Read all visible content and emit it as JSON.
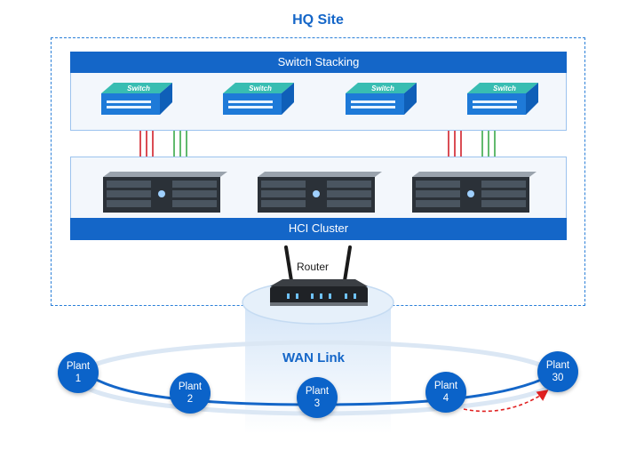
{
  "hq_site": {
    "title": "HQ Site"
  },
  "switch_stacking": {
    "label": "Switch Stacking",
    "switch_count": 4,
    "switch_text": "Switch"
  },
  "hci_cluster": {
    "label": "HCI Cluster",
    "server_count": 3
  },
  "router": {
    "label": "Router"
  },
  "wan": {
    "label": "WAN Link"
  },
  "plants": [
    {
      "label": "Plant",
      "number": "1"
    },
    {
      "label": "Plant",
      "number": "2"
    },
    {
      "label": "Plant",
      "number": "3"
    },
    {
      "label": "Plant",
      "number": "4"
    },
    {
      "label": "Plant",
      "number": "30"
    }
  ],
  "colors": {
    "primary": "#1466c8",
    "plant_node": "#0b63c9",
    "switch_body": "#1e7ad8",
    "switch_top": "#33b8b0",
    "cable_red": "#d0202a",
    "cable_green": "#3aa84a",
    "arrow_red": "#e02020"
  }
}
